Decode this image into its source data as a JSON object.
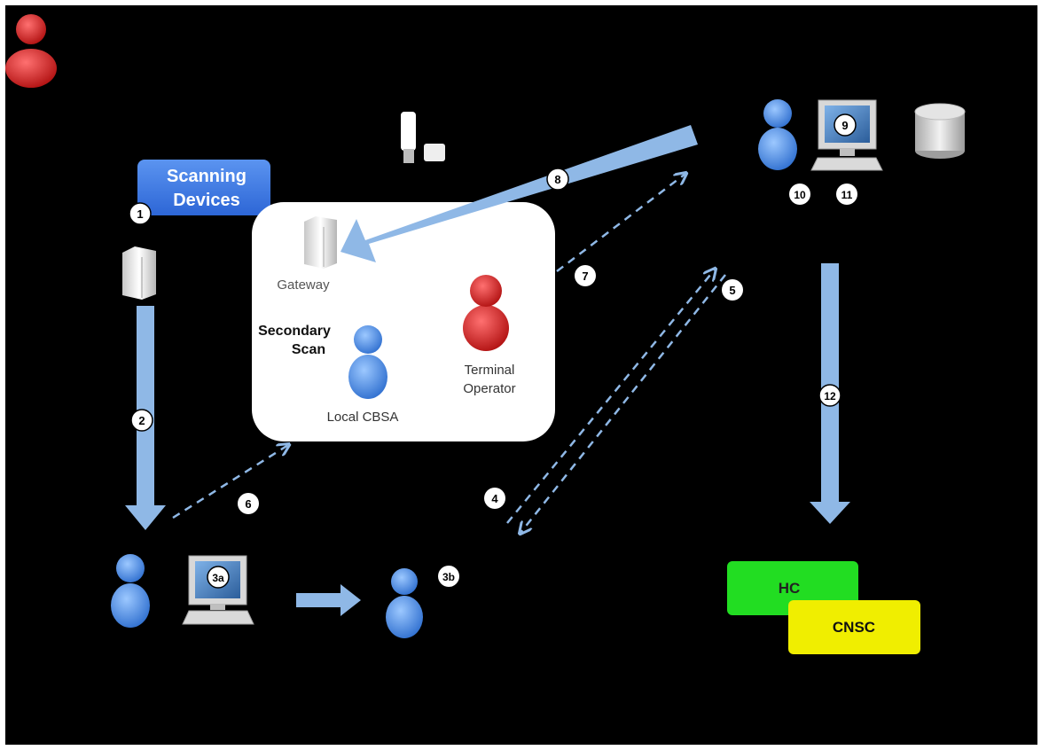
{
  "scanning_devices": {
    "line1": "Scanning",
    "line2": "Devices"
  },
  "secondary_area": {
    "gateway_label": "Gateway",
    "secondary_scan_line1": "Secondary",
    "secondary_scan_line2": "Scan",
    "local_cbsa_label": "Local CBSA",
    "terminal_operator_line1": "Terminal",
    "terminal_operator_line2": "Operator"
  },
  "steps": {
    "s1": "1",
    "s2": "2",
    "s3a": "3a",
    "s3b": "3b",
    "s4": "4",
    "s5": "5",
    "s6": "6",
    "s7": "7",
    "s8": "8",
    "s9": "9",
    "s10": "10",
    "s11": "11",
    "s12": "12"
  },
  "agencies": {
    "hc": "HC",
    "cnsc": "CNSC"
  },
  "colors": {
    "background": "#000000",
    "page": "#ffffff",
    "arrow_blue": "#8fb8e6",
    "person_blue": "#4a8de0",
    "person_red": "#d02020",
    "scanning_box": "#3b78e7",
    "hc_green": "#22dd22",
    "cnsc_yellow": "#f0ee00"
  },
  "icons": [
    "person-icon",
    "computer-monitor-icon",
    "server-icon",
    "database-icon",
    "usb-device-icon"
  ]
}
